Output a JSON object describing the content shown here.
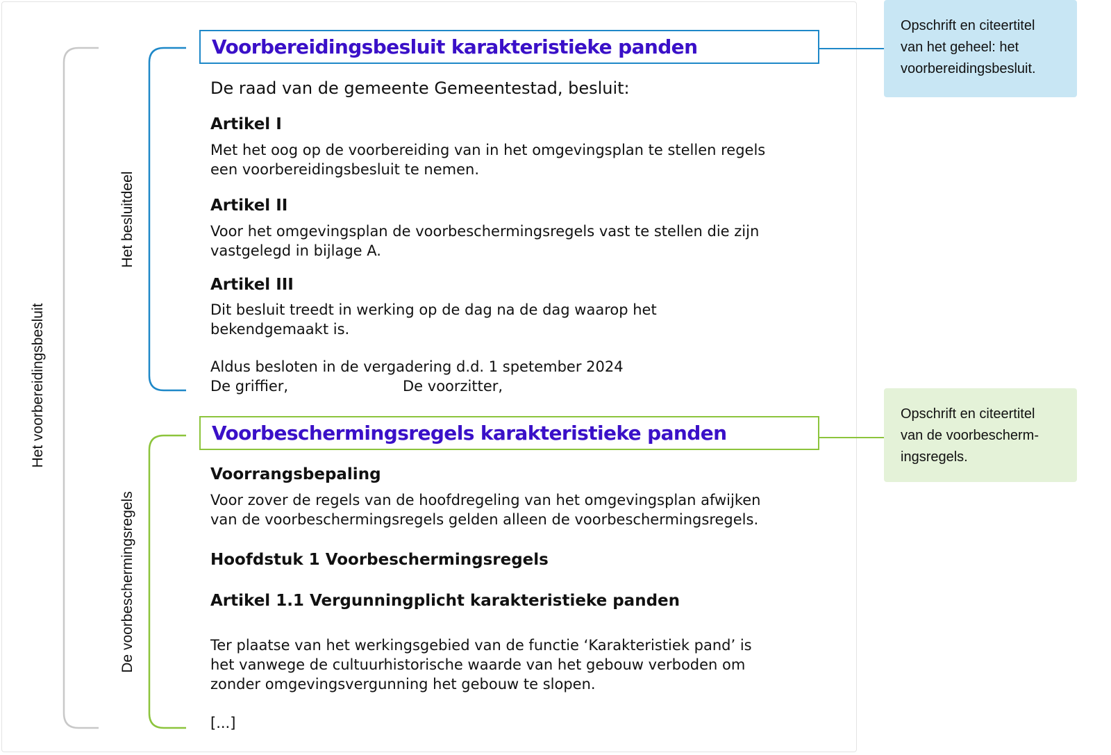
{
  "labels": {
    "whole": "Het voorbereidingsbesluit",
    "decision_part": "Het besluitdeel",
    "rules_part": "De voorbeschermingsregels"
  },
  "decision": {
    "title": "Voorbereidingsbesluit karakteristieke panden",
    "intro": "De raad van de gemeente Gemeentestad, besluit:",
    "articles": [
      {
        "heading": "Artikel I",
        "lines": [
          "Met het oog op de voorbereiding van in het omgevingsplan te stellen regels",
          "een voorbereidingsbesluit te nemen."
        ]
      },
      {
        "heading": "Artikel II",
        "lines": [
          "Voor het omgevingsplan de voorbeschermingsregels vast te stellen die zijn",
          "vastgelegd in bijlage A."
        ]
      },
      {
        "heading": "Artikel III",
        "lines": [
          "Dit besluit treedt in werking op de dag na de dag waarop het",
          "bekendgemaakt is."
        ]
      }
    ],
    "closing": "Aldus besloten in de vergadering d.d. 1 spetember 2024",
    "clerk": "De griffier,",
    "chair": "De voorzitter,"
  },
  "rules": {
    "title": "Voorbeschermingsregels karakteristieke panden",
    "precedence_heading": "Voorrangsbepaling",
    "precedence_lines": [
      "Voor zover de regels van de hoofdregeling van het omgevingsplan afwijken",
      "van de voorbeschermingsregels gelden alleen de voorbeschermingsregels."
    ],
    "chapter": "Hoofdstuk 1 Voorbeschermingsregels",
    "article_heading": "Artikel 1.1 Vergunningplicht karakteristieke panden",
    "article_lines": [
      "Ter plaatse van het werkingsgebied van de functie ‘Karakteristiek pand’ is",
      "het vanwege de cultuurhistorische waarde van het gebouw verboden om",
      "zonder omgevingsvergunning het gebouw te slopen."
    ],
    "ellipsis": "[...]"
  },
  "notes": {
    "decision": [
      "Opschrift en citeertitel",
      "van het geheel: het",
      "voorbereidingsbesluit."
    ],
    "rules": [
      "Opschrift en citeertitel",
      "van de voorbescherm-",
      "ingsregels."
    ]
  },
  "colors": {
    "decision_accent": "#1e88c8",
    "rules_accent": "#8cc43c",
    "whole_bracket": "#c8c8c8",
    "title_text": "#3a10c8",
    "decision_note_bg": "#c8e6f4",
    "rules_note_bg": "#e4f2d8"
  }
}
